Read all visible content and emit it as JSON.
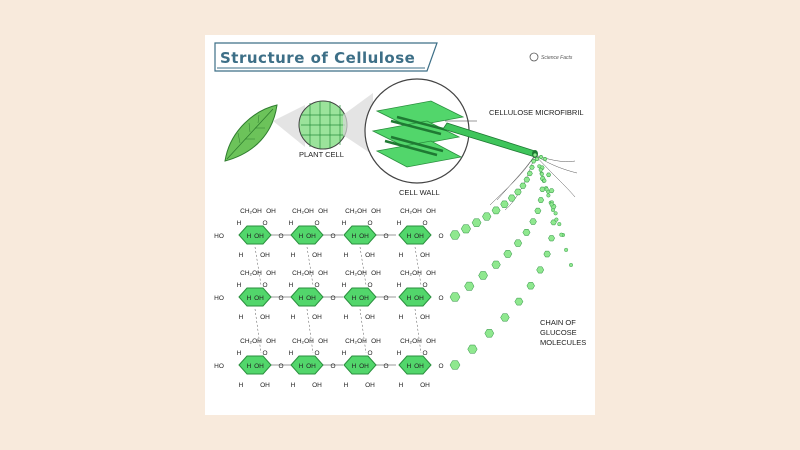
{
  "title": "Structure of Cellulose",
  "brand": "Science Facts",
  "labels": {
    "plant_cell": "PLANT CELL",
    "cell_wall": "CELL WALL",
    "microfibril": "CELLULOSE MICROFIBRIL",
    "chain_line1": "CHAIN OF",
    "chain_line2": "GLUCOSE",
    "chain_line3": "MOLECULES"
  },
  "atoms": {
    "ch2oh": "CH₂OH",
    "oh": "OH",
    "h": "H",
    "ho": "HO",
    "o": "O"
  },
  "colors": {
    "background": "#f8eadc",
    "title": "#3d6f87",
    "green": "#52d66b",
    "green_dark": "#2a8f3e",
    "leaf": "#6cc35a",
    "bead": "#8fe88f"
  }
}
